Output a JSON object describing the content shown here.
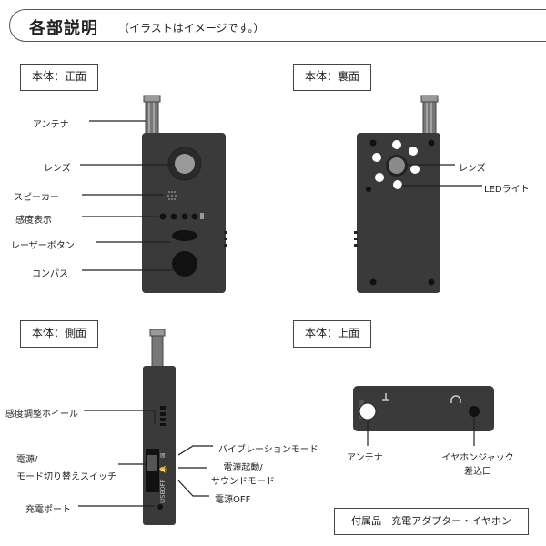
{
  "header": {
    "title": "各部説明",
    "subtitle": "（イラストはイメージです。）"
  },
  "panels": {
    "front": {
      "title": "本体：正面",
      "labels": {
        "antenna": "アンテナ",
        "lens": "レンズ",
        "speaker": "スピーカー",
        "sensitivity_display": "感度表示",
        "laser_button": "レーザーボタン",
        "compass": "コンパス"
      }
    },
    "back": {
      "title": "本体：裏面",
      "labels": {
        "lens": "レンズ",
        "led_light": "LEDライト"
      }
    },
    "side": {
      "title": "本体：側面",
      "labels": {
        "sensitivity_wheel": "感度調整ホイール",
        "power_switch_line1": "電源/",
        "power_switch_line2": "モード切り替えスイッチ",
        "charge_port": "充電ポート",
        "vibration_mode": "バイブレーションモード",
        "power_sound_line1": "電源起動/",
        "power_sound_line2": "サウンドモード",
        "power_off": "電源OFF"
      },
      "device_marks": {
        "vib": "⊠",
        "snd": "🔔",
        "off": "OFF",
        "usb": "USB"
      }
    },
    "top": {
      "title": "本体：上面",
      "labels": {
        "antenna": "アンテナ",
        "earphone_jack_line1": "イヤホンジャック",
        "earphone_jack_line2": "差込口"
      }
    }
  },
  "accessories": "付属品　充電アダプター・イヤホン"
}
